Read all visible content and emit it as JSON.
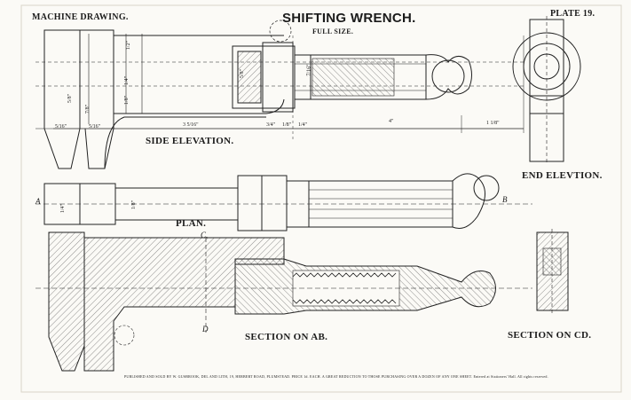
{
  "sheet": {
    "header_left": "MACHINE DRAWING.",
    "title": "SHIFTING WRENCH.",
    "subtitle": "FULL SIZE.",
    "plate": "PLATE 19.",
    "imprint": "PUBLISHED AND SOLD BY W. GUSBROOK, DEL AND LITH, 19, HERBERT ROAD, PLUMSTEAD.  PRICE 1d. EACH.  A GREAT REDUCTION TO THOSE PURCHASING OVER A DOZEN OF ANY ONE SHEET.  Entered at Stationers' Hall.  All rights reserved."
  },
  "views": {
    "side_elevation": "SIDE ELEVATION.",
    "end_elevation": "END ELEVTION.",
    "plan": "PLAN.",
    "section_ab": "SECTION ON AB.",
    "section_cd": "SECTION ON CD."
  },
  "markers": {
    "a": "A",
    "b": "B",
    "c": "C.",
    "d": "D"
  },
  "dimensions": {
    "jaw_thickness": "5/8\"",
    "jaw_width": "5/16\"",
    "jaw_gap": "7/8\"",
    "sliding_jaw_width": "5/16\"",
    "bar_depth": "1/2\"",
    "bar_height_1": "1/4\"",
    "bar_height_2": "1/8\"",
    "bar_length": "3 5/16\"",
    "nut_width": "5/8\"",
    "nut_dia": "7/16\"",
    "collar": "3/4\"",
    "gap_1": "1/8\"",
    "gap_2": "1/4\"",
    "handle_length": "4\"",
    "end_length": "1 1/8\"",
    "plan_width": "1/4\"",
    "plan_bar": "1/8\""
  }
}
